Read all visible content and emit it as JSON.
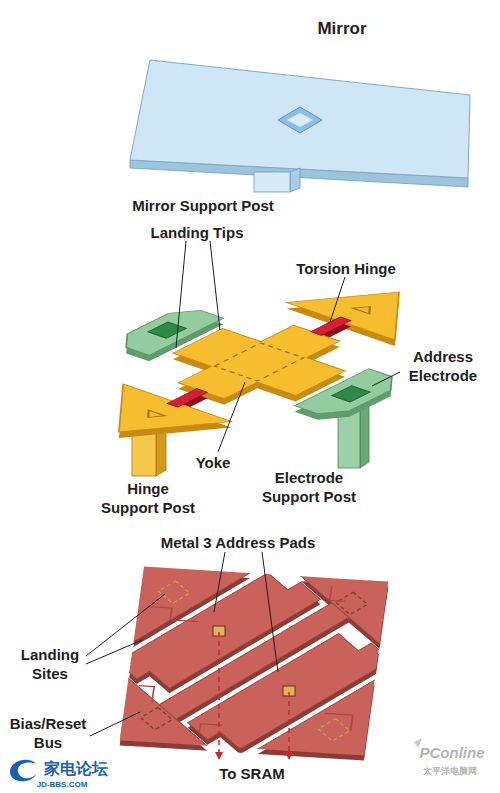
{
  "diagram": {
    "labels": [
      "Mirror",
      "Mirror Support Post",
      "Landing Tips",
      "Torsion Hinge",
      "Address Electrode",
      "Yoke",
      "Hinge Support Post",
      "Electrode Support Post",
      "Metal 3 Address Pads",
      "Landing Sites",
      "Bias/Reset Bus",
      "To SRAM",
      "家电论坛",
      "JD-BBS.COM",
      "PConline",
      "太平洋电脑网"
    ]
  }
}
